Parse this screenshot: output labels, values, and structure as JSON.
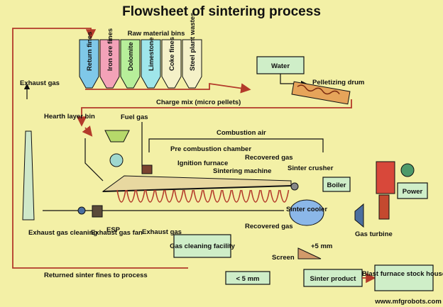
{
  "title": "Flowsheet of sintering process",
  "labels": {
    "raw_material_bins": "Raw material bins",
    "water": "Water",
    "pelletizing_drum": "Pelletizing drum",
    "charge_mix": "Charge mix (micro pellets)",
    "exhaust_gas": "Exhaust gas",
    "hearth_layer_bin": "Hearth layer bin",
    "fuel_gas": "Fuel gas",
    "combustion_air": "Combustion air",
    "pre_combustion_chamber": "Pre combustion chamber",
    "ignition_furnace": "Ignition furnace",
    "recovered_gas_top": "Recovered gas",
    "sintering_machine": "Sintering machine",
    "sinter_crusher": "Sinter crusher",
    "boiler": "Boiler",
    "power": "Power",
    "gas_turbine": "Gas turbine",
    "sinter_cooler": "Sinter cooler",
    "esp": "ESP",
    "exhaust_gas_cleaning": "Exhaust gas cleaning",
    "exhaust_gas_fan": "Exhaust gas fan",
    "exhaust_gas_bottom": "Exhaust gas",
    "gas_cleaning_facility": "Gas cleaning facility",
    "recovered_gas_bottom": "Recovered gas",
    "plus_5mm": "+5 mm",
    "screen": "Screen",
    "returned_fines": "Returned sinter fines to process",
    "minus_5mm": "< 5 mm",
    "sinter_product": "Sinter product",
    "blast_furnace": "Blast furnace stock house",
    "watermark": "www.mfgrobots.com"
  },
  "bins": [
    {
      "label": "Return fines",
      "color": "#7fc8e8"
    },
    {
      "label": "Iron ore fines",
      "color": "#f3a2b8"
    },
    {
      "label": "Dolomite",
      "color": "#b7ef9a"
    },
    {
      "label": "Limestone",
      "color": "#9fe6ea"
    },
    {
      "label": "Coke fines",
      "color": "#f4f1c8"
    },
    {
      "label": "Steel plant wastes",
      "color": "#f4f1c8"
    }
  ]
}
